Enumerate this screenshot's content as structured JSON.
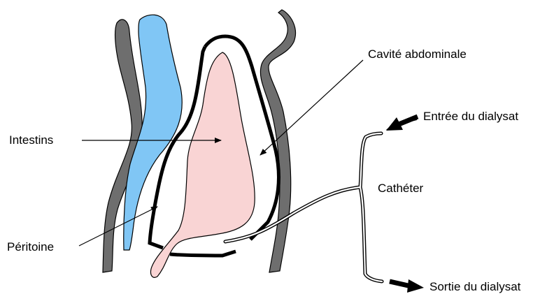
{
  "labels": {
    "abdominal_cavity": "Cavité abdominale",
    "intestines": "Intestins",
    "peritoneum": "Péritoine",
    "dialysate_in": "Entrée du dialysat",
    "catheter": "Cathéter",
    "dialysate_out": "Sortie du dialysat"
  },
  "colors": {
    "body_wall": "#6e6e6e",
    "stomach_layer": "#80c6f5",
    "intestines": "#f9d4d4",
    "peritoneum_outline": "#000000",
    "catheter": "#000000"
  },
  "icons": {
    "inflow": "arrow-pointing-into-catheter",
    "outflow": "arrow-pointing-right"
  }
}
